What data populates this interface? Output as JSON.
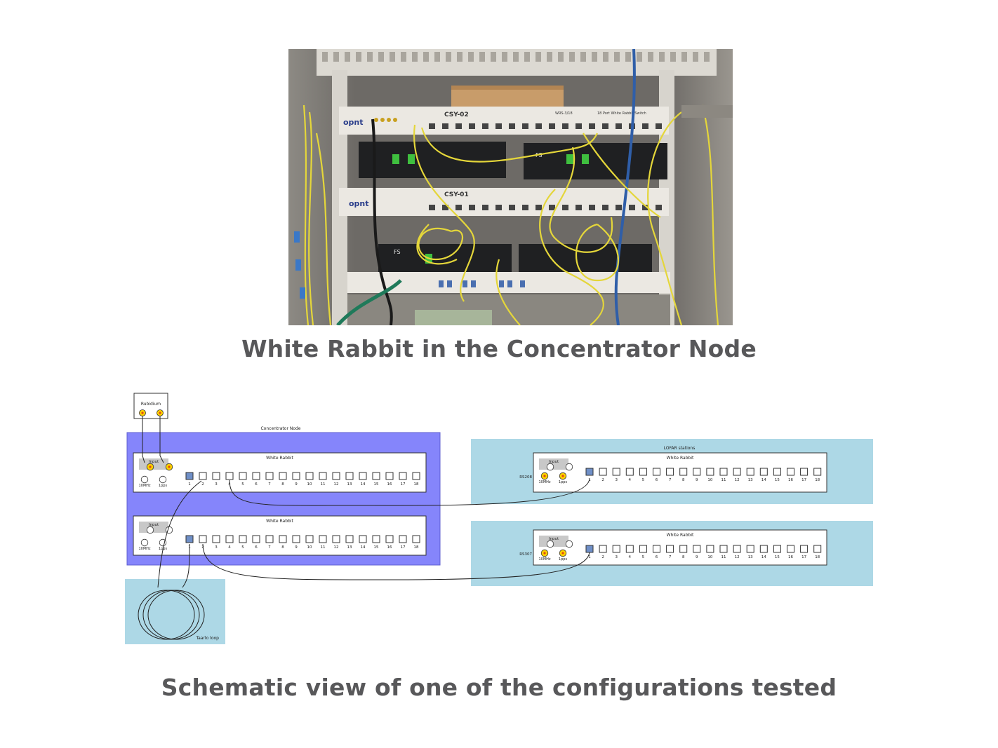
{
  "photo": {
    "switch_labels": [
      "CSY-02",
      "CSY-01"
    ],
    "brand": "opnt",
    "media_converter_brand": "FS",
    "switch_model": "18 Port White Rabbit Switch",
    "switch_version": "WRS-3/18"
  },
  "captions": {
    "photo": "White Rabbit in the Concentrator Node",
    "schematic": "Schematic view of one of the configurations tested"
  },
  "schematic": {
    "rubidium_label": "Rubidium",
    "concentrator_label": "Concentrator Node",
    "lofar_label": "LOFAR stations",
    "loop_label": "Taarlo loop",
    "switch_title": "White Rabbit",
    "input_label": "Input",
    "ref_10mhz": "10MHz",
    "ref_1pps": "1pps",
    "stations": [
      "RS208",
      "RS307"
    ],
    "ports": [
      "1",
      "2",
      "3",
      "4",
      "5",
      "6",
      "7",
      "8",
      "9",
      "10",
      "11",
      "12",
      "13",
      "14",
      "15",
      "16",
      "17",
      "18"
    ],
    "colors": {
      "concentrator_bg": "#8585fb",
      "lofar_bg": "#add8e6",
      "connector": "#ffd200",
      "connector_core": "#e04a10",
      "port_active": "#6f8fc7"
    }
  }
}
